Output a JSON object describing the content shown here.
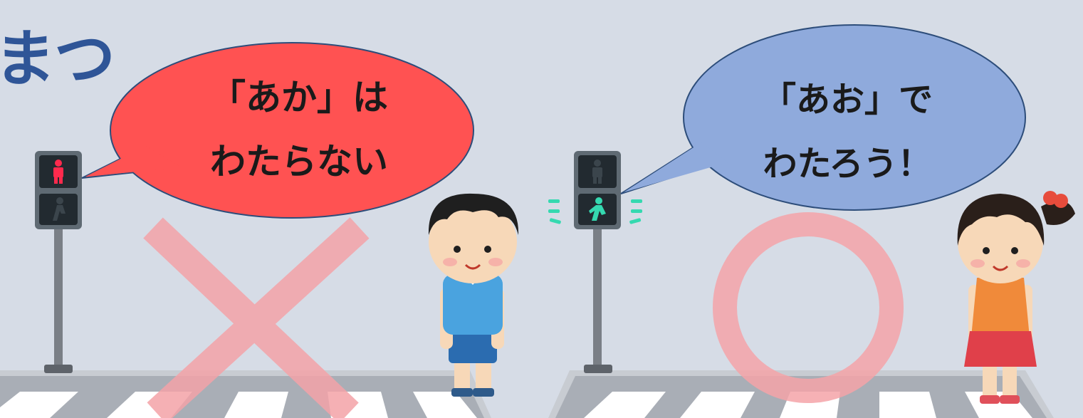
{
  "heading": {
    "text": "まつ"
  },
  "bubbles": {
    "red": {
      "line1": "「あか」は",
      "line2": "わたらない",
      "color": "#ff5252"
    },
    "blue": {
      "line1": "「あお」で",
      "line2": "わたろう！",
      "color": "#8faadc"
    }
  },
  "marks": {
    "wrong": {
      "symbol": "cross",
      "color": "#f4a3a8"
    },
    "right": {
      "symbol": "circle",
      "color": "#f4a3a8"
    }
  },
  "colors": {
    "background": "#d6dce6",
    "heading": "#2f5597",
    "signal_red": "#ff2a4d",
    "signal_green": "#35d9b0"
  },
  "icons": [
    "traffic-light-icon",
    "pedestrian-icon",
    "boy-illustration",
    "girl-illustration",
    "crosswalk"
  ]
}
